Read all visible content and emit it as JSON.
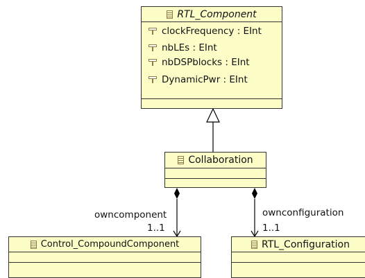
{
  "classes": {
    "rtl_component": {
      "name": "RTL_Component",
      "attributes": [
        "clockFrequency : EInt",
        "nbLEs : EInt",
        "nbDSPblocks : EInt",
        "DynamicPwr : EInt"
      ]
    },
    "collaboration": {
      "name": "Collaboration"
    },
    "control_compound_component": {
      "name": "Control_CompoundComponent"
    },
    "rtl_configuration": {
      "name": "RTL_Configuration"
    }
  },
  "associations": {
    "owncomponent": {
      "role": "owncomponent",
      "multiplicity": "1..1"
    },
    "ownconfiguration": {
      "role": "ownconfiguration",
      "multiplicity": "1..1"
    }
  },
  "colors": {
    "class_fill": "#fdfdc8",
    "class_border": "#333333",
    "icon": "#8c7a48",
    "line": "#000000"
  }
}
